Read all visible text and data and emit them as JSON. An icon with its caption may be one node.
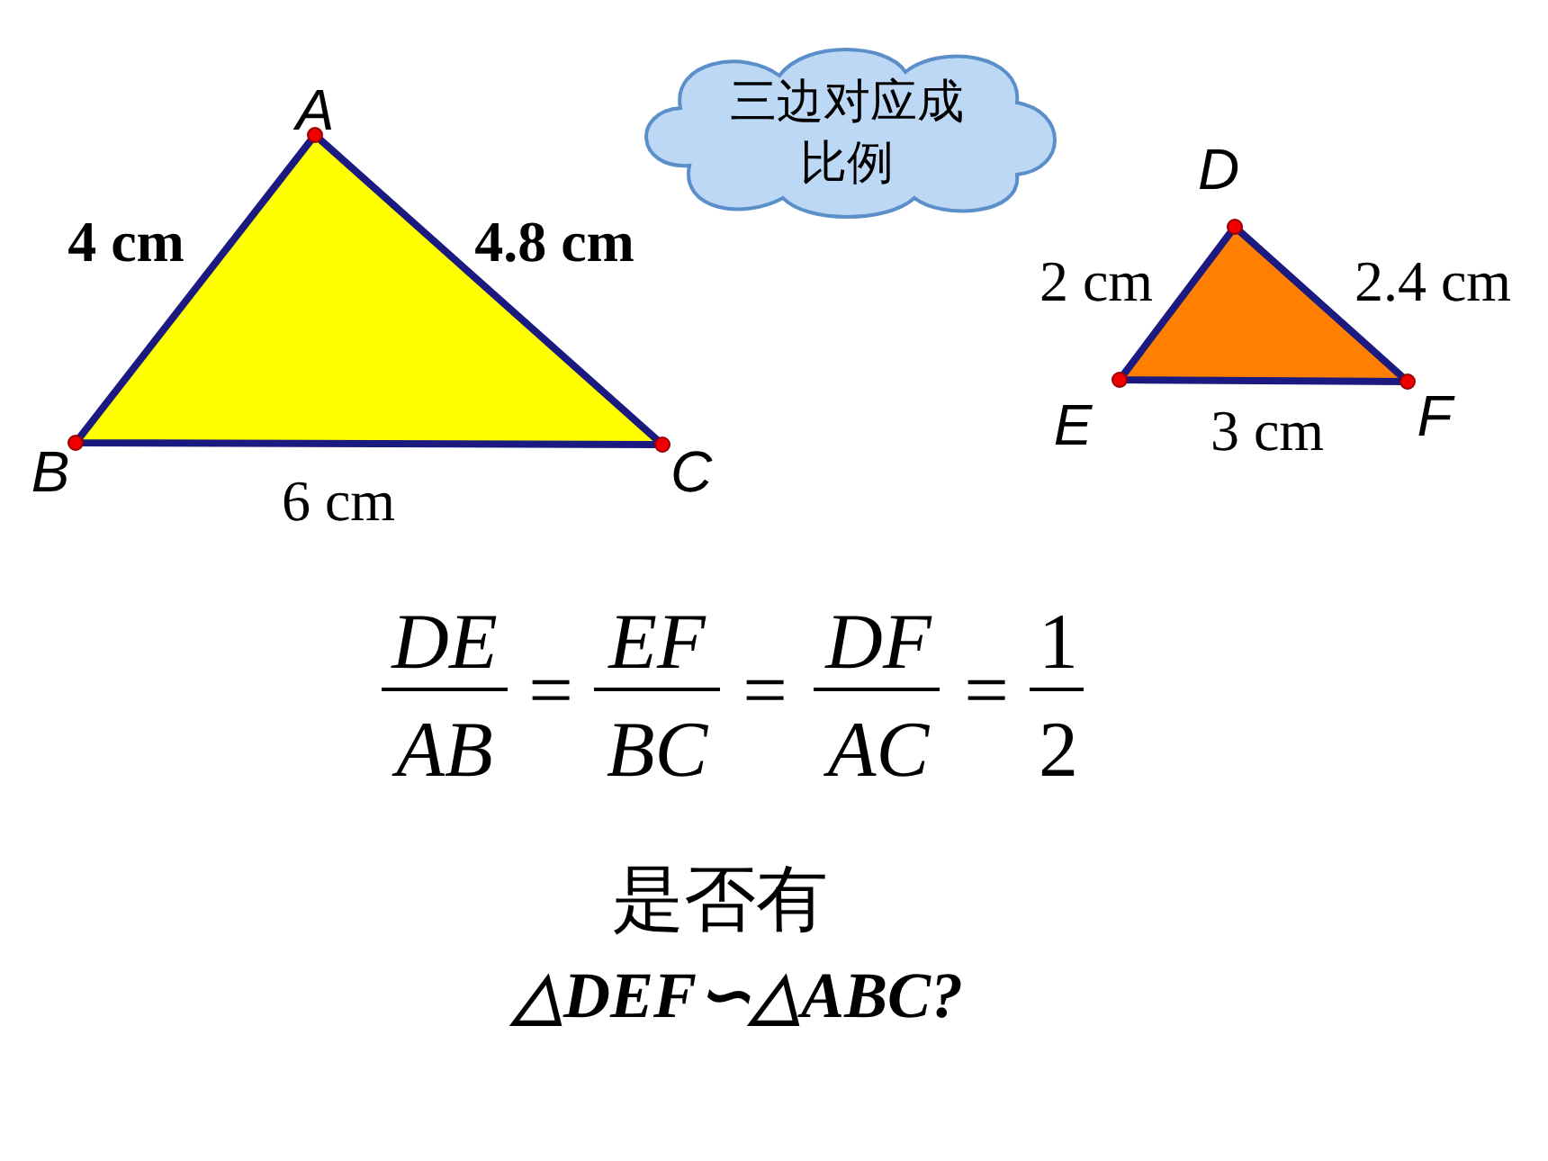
{
  "diagram": {
    "nodes": [
      {
        "text": [
          "三边对应成比例"
        ]
      }
    ],
    "edges": [],
    "labels": [
      "A",
      "4 cm",
      "4.8 cm",
      "B",
      "6 cm",
      "C",
      "D",
      "2 cm",
      "2.4 cm",
      "E",
      "3 cm",
      "F",
      "DE",
      "AB",
      "=",
      "EF",
      "BC",
      "=",
      "DF",
      "AC",
      "=",
      "1",
      "2",
      "是否有",
      "△DEF∽△ABC?"
    ]
  }
}
